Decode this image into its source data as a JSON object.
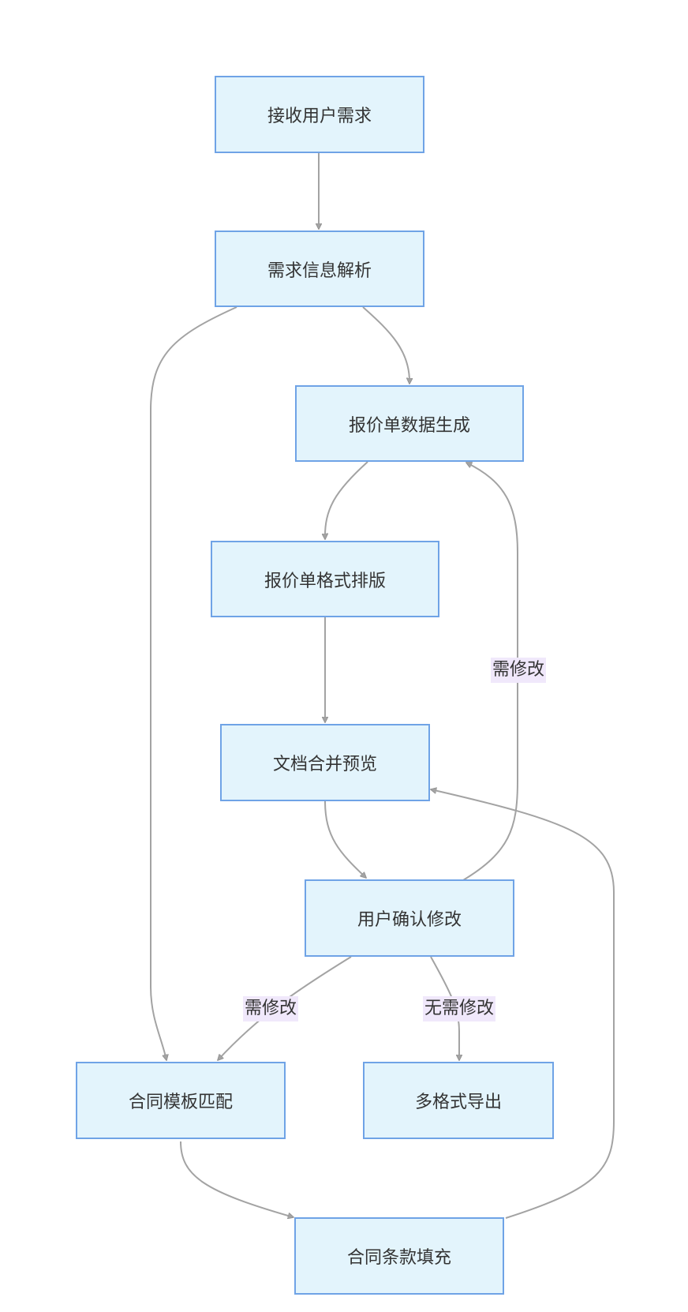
{
  "diagram": {
    "nodes": {
      "receive": "接收用户需求",
      "parse": "需求信息解析",
      "quote_data": "报价单数据生成",
      "quote_format": "报价单格式排版",
      "merge_preview": "文档合并预览",
      "confirm": "用户确认修改",
      "contract_match": "合同模板匹配",
      "export": "多格式导出",
      "contract_fill": "合同条款填充"
    },
    "edge_labels": {
      "confirm_to_quote": "需修改",
      "confirm_to_contract": "需修改",
      "confirm_to_export": "无需修改"
    },
    "colors": {
      "node_fill": "#e3f4fc",
      "node_border": "#6fa3e6",
      "edge": "#a3a3a3",
      "label_bg": "#f0e8fb"
    }
  }
}
